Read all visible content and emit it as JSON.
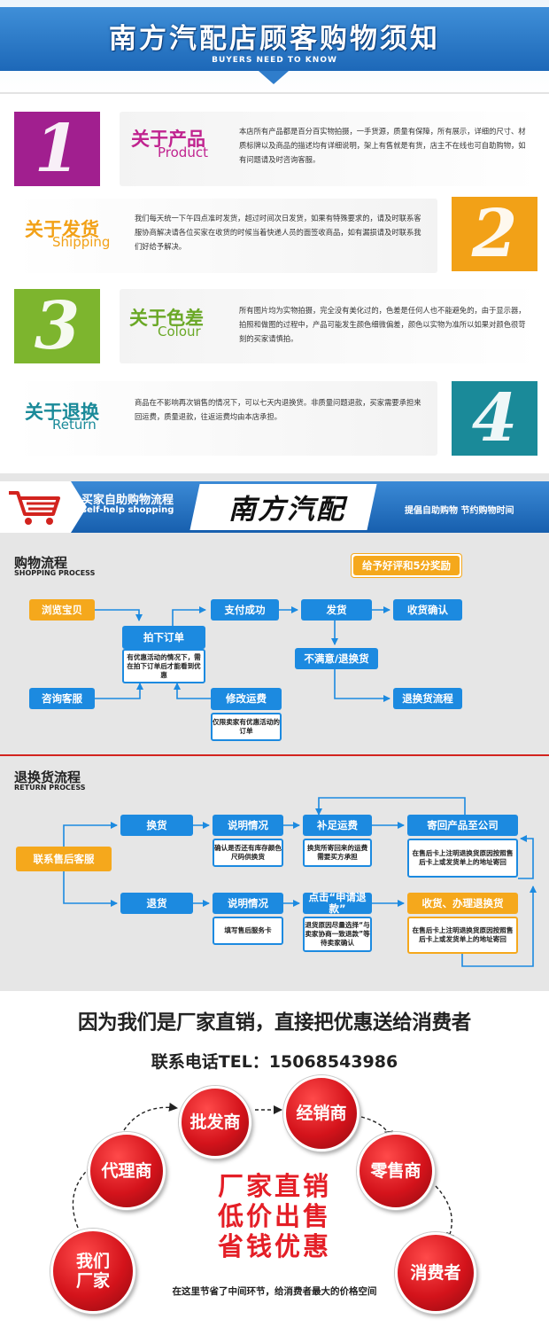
{
  "header": {
    "title": "南方汽配店顾客购物须知",
    "subtitle": "BUYERS NEED TO KNOW"
  },
  "notices": [
    {
      "num": "1",
      "title_zh": "关于产品",
      "title_en": "Product",
      "color": "#a11f8f",
      "desc": "本店所有产品都是百分百实物拍摄，一手货源，质量有保障，所有展示，详细的尺寸、材质标牌以及商品的描述均有详细说明，架上有售就是有货，店主不在线也可自助购物，如有问题请及时咨询客服。"
    },
    {
      "num": "2",
      "title_zh": "关于发货",
      "title_en": "Shipping",
      "color": "#f2a117",
      "desc": "我们每天统一下午四点准时发货，超过时间次日发货，如果有特殊要求的，请及时联系客服协商解决请各位买家在收货的时候当着快递人员的面签收商品，如有漏损请及时联系我们好给予解决。"
    },
    {
      "num": "3",
      "title_zh": "关于色差",
      "title_en": "Colour",
      "color": "#7db52e",
      "desc": "所有图片均为实物拍摄，完全没有美化过的，色差是任何人也不能避免的，由于显示器，拍照和做图的过程中，产品可能发生颜色细微偏差，颜色以实物为准所以如果对颜色很苛刻的买家请慎拍。"
    },
    {
      "num": "4",
      "title_zh": "关于退换",
      "title_en": "Return",
      "color": "#1a8a99",
      "desc": "商品在不影响再次销售的情况下，可以七天内退换货。非质量问题退款，买家需要承担来回运费，质量退款，往返运费均由本店承担。"
    }
  ],
  "banner": {
    "title_zh": "买家自助购物流程",
    "title_en": "self-help shopping",
    "brand": "南方汽配",
    "right": "提倡自助购物  节约购物时间"
  },
  "shopping": {
    "heading": "购物流程",
    "heading_en": "SHOPPING PROCESS",
    "badge": "给予好评和5分奖励",
    "browse": "浏览宝贝",
    "order": "拍下订单",
    "order_note": "有优惠活动的情况下，需在拍下订单后才能看到优惠",
    "consult": "咨询客服",
    "pay": "支付成功",
    "ship": "发货",
    "confirm": "收货确认",
    "unhappy": "不满意/退换货",
    "modify": "修改运费",
    "modify_note": "仅限卖家有优惠活动的订单",
    "return_flow": "退换货流程"
  },
  "returns": {
    "heading": "退换货流程",
    "heading_en": "RETURN PROCESS",
    "contact": "联系售后客服",
    "exchange": "换货",
    "explain1": "说明情况",
    "explain1_note": "确认是否还有库存颜色尺码供换货",
    "fee": "补足运费",
    "fee_note": "换货所寄回来的运费需要买方承担",
    "sendback": "寄回产品至公司",
    "sendback_note": "在售后卡上注明退换货原因按照售后卡上或发货单上的地址寄回",
    "refund": "退货",
    "explain2": "说明情况",
    "explain2_note": "填写售后服务卡",
    "apply": "点击“申请退款”",
    "apply_note": "退货原因尽量选择“与卖家协商一致退款”等待卖家确认",
    "receive": "收货、办理退换货",
    "receive_note": "在售后卡上注明退换货原因按照售后卡上或发货单上的地址寄回"
  },
  "bottom": {
    "slogan": "因为我们是厂家直销，直接把优惠送给消费者",
    "phone": "联系电话TEL：15068543986",
    "wholesaler": "批发商",
    "distributor": "经销商",
    "agent": "代理商",
    "retailer": "零售商",
    "factory": "我们厂家",
    "consumer": "消费者",
    "center_lines": [
      "厂家直销",
      "低价出售",
      "省钱优惠"
    ],
    "note": "在这里节省了中间环节，给消费者最大的价格空间"
  }
}
